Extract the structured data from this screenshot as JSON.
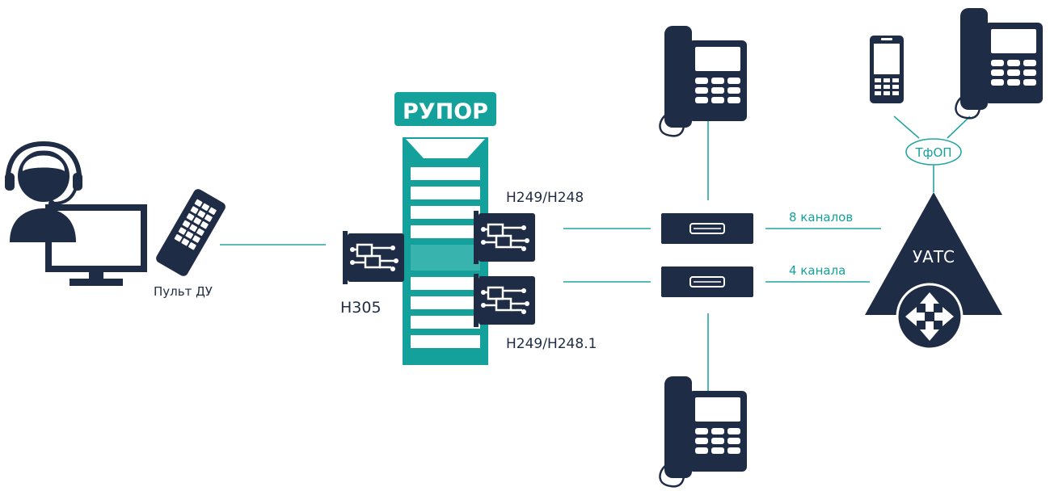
{
  "colors": {
    "navy": "#1f2c45",
    "teal": "#14a19c",
    "teal_light": "#38b3ae",
    "white": "#ffffff"
  },
  "labels": {
    "remote_control": "Пульт ДУ",
    "server_title": "РУПОР",
    "card_h305": "Н305",
    "card_h249_h248": "Н249/Н248",
    "card_h249_h2481": "Н249/Н248.1",
    "channels_8": "8 каналов",
    "channels_4": "4 канала",
    "pbx": "УАТС",
    "pstn": "ТфОП"
  },
  "icons": {
    "operator": "operator-with-headset-icon",
    "monitor": "monitor-icon",
    "remote": "remote-control-icon",
    "server": "server-rack-icon",
    "card": "interface-card-icon",
    "gateway": "gateway-device-icon",
    "desk_phone": "desk-phone-icon",
    "mobile_phone": "mobile-phone-icon",
    "pbx": "pbx-triangle-icon",
    "router": "router-arrows-icon"
  }
}
